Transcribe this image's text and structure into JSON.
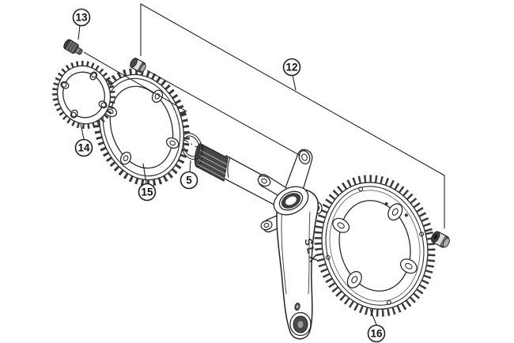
{
  "figure": {
    "kind": "exploded-parts-diagram",
    "background_color": "#ffffff",
    "ink_color": "#2a2a2a",
    "metal_dark_color": "#454545",
    "metal_light_color": "#e0e0e0",
    "product_marking": "SLX",
    "callouts": [
      {
        "label": "13"
      },
      {
        "label": "14"
      },
      {
        "label": "15"
      },
      {
        "label": "5"
      },
      {
        "label": "12"
      },
      {
        "label": "16"
      }
    ]
  }
}
